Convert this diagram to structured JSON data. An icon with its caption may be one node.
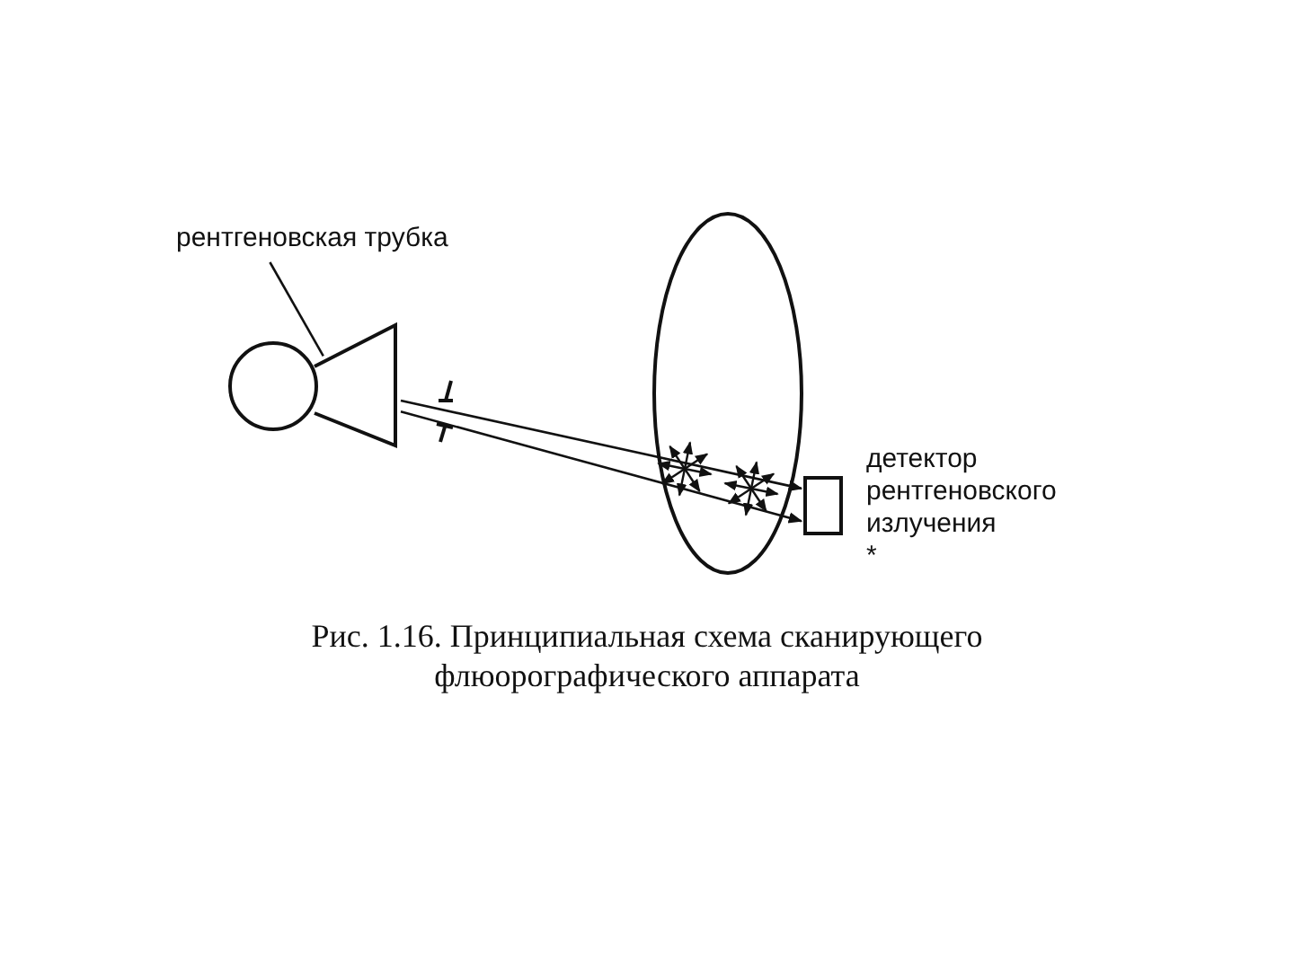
{
  "diagram": {
    "caption": "Рис. 1.16. Принципиальная схема сканирующего флюорографического аппарата",
    "nodes": [
      {
        "text": [
          "рентгеновская трубка"
        ]
      },
      {
        "text": [],
        "shape": "picture"
      },
      {
        "text": [],
        "shape": "box",
        "beside": [
          "детектор рентгеновского излучения",
          "*"
        ]
      }
    ],
    "edges": [
      {
        "from": 0,
        "to": 1,
        "arrow": "none"
      },
      {
        "from": 1,
        "to": 2,
        "arrow": "to"
      },
      {
        "from": 1,
        "to": 2,
        "arrow": "to"
      }
    ]
  }
}
